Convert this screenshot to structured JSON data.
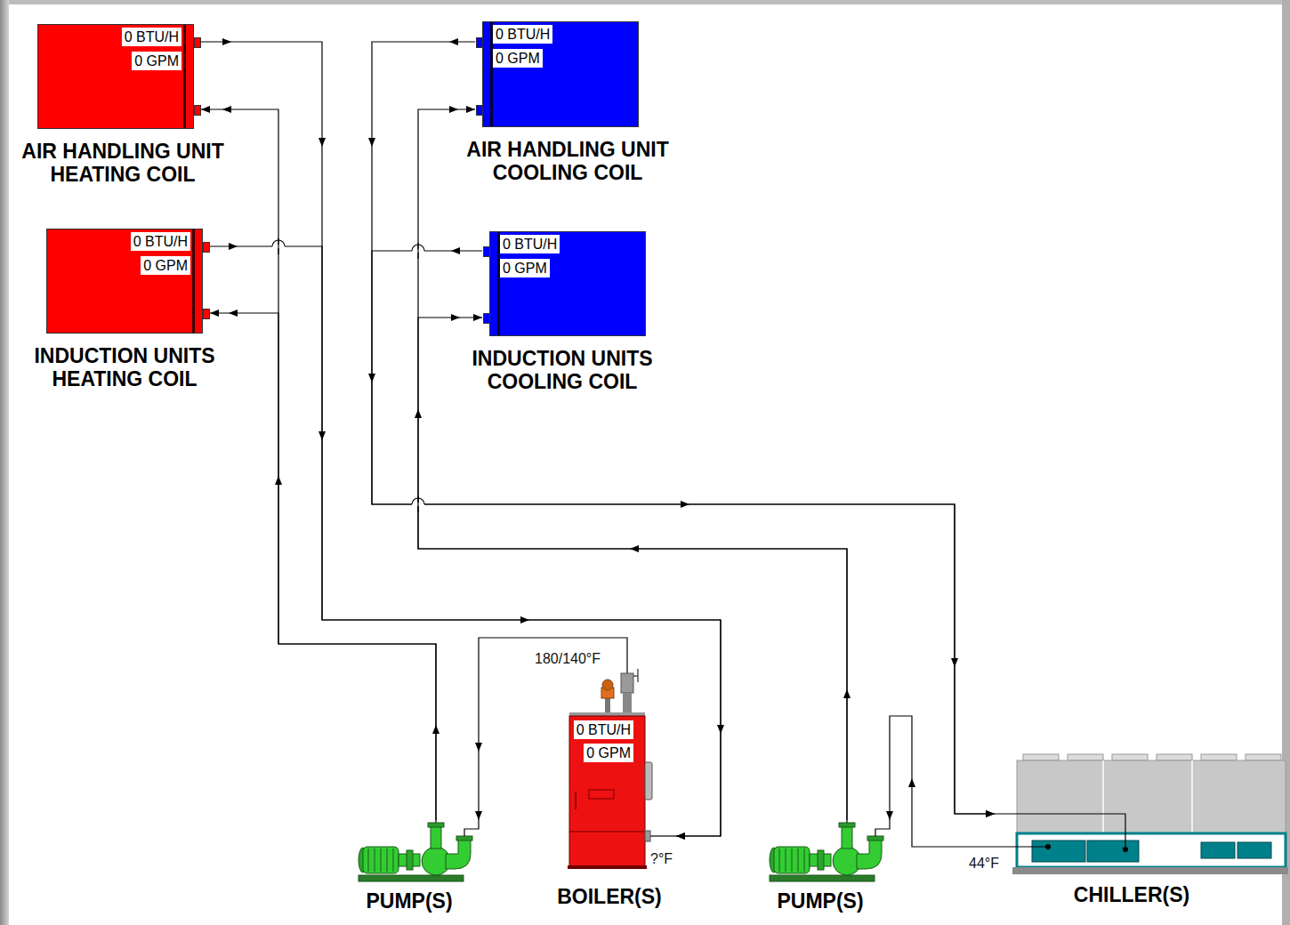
{
  "diagram": {
    "nodes": [
      {
        "text": [
          "0 BTU/H",
          "0 GPM",
          "AIR HANDLING UNIT HEATING COIL"
        ]
      },
      {
        "text": [
          "0 BTU/H",
          "0 GPM",
          "AIR HANDLING UNIT COOLING COIL"
        ]
      },
      {
        "text": [
          "0 BTU/H",
          "0 GPM",
          "INDUCTION UNITS HEATING COIL"
        ]
      },
      {
        "text": [
          "0 BTU/H",
          "0 GPM",
          "INDUCTION UNITS COOLING COIL"
        ]
      },
      {
        "text": [
          "PUMP(S)"
        ]
      },
      {
        "text": [
          "0 BTU/H",
          "0 GPM",
          "BOILER(S)"
        ]
      },
      {
        "text": [
          "PUMP(S)"
        ]
      },
      {
        "text": [
          "CHILLER(S)"
        ]
      }
    ],
    "edges": [
      {
        "from": 4,
        "to": 0,
        "arrow": "to"
      },
      {
        "from": 4,
        "to": 2,
        "arrow": "to"
      },
      {
        "from": 0,
        "to": 5,
        "arrow": "to"
      },
      {
        "from": 2,
        "to": 5,
        "arrow": "to"
      },
      {
        "from": 5,
        "to": 4,
        "arrow": "to"
      },
      {
        "from": 6,
        "to": 1,
        "arrow": "to"
      },
      {
        "from": 6,
        "to": 3,
        "arrow": "to"
      },
      {
        "from": 1,
        "to": 7,
        "arrow": "to"
      },
      {
        "from": 3,
        "to": 7,
        "arrow": "to"
      },
      {
        "from": 7,
        "to": 6,
        "arrow": "to"
      }
    ],
    "labels": [
      "180/140°F",
      "?°F",
      "44°F"
    ]
  }
}
